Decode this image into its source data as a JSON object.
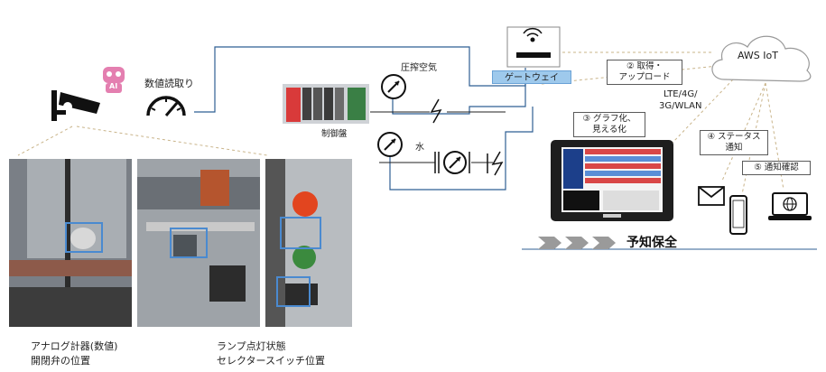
{
  "ai_badge": "AI",
  "reading_label": "数値読取り",
  "pneumatic_label": "圧搾空気",
  "water_label": "水",
  "panel_label": "制御盤",
  "gateway_label": "ゲートウェイ",
  "step2_label": "② 取得・\nアップロード",
  "network_label": "LTE/4G/\n3G/WLAN",
  "cloud_label": "AWS IoT",
  "step3_label": "③ グラフ化、\n見える化",
  "step4_label": "④ ステータス\n通知",
  "step5_label": "⑤ 通知確認",
  "predictive_label": "予知保全",
  "caption_left": "アナログ計器(数値)\n開閉弁の位置",
  "caption_right": "ランプ点灯状態\nセレクタースイッチ位置",
  "colors": {
    "accent_blue": "#4a8ad0",
    "dashed": "#c9b48a",
    "gateway_fill": "#9ec9ec",
    "ai_pink": "#e47fb0"
  },
  "icons": [
    "camera-icon",
    "ai-robot-icon",
    "gauge-icon",
    "plc-icon",
    "pressure-gauge-icon",
    "lightning-icon",
    "router-icon",
    "cloud-icon",
    "monitor-icon",
    "mail-icon",
    "smartphone-icon",
    "laptop-icon",
    "arrow-chevrons-icon"
  ]
}
